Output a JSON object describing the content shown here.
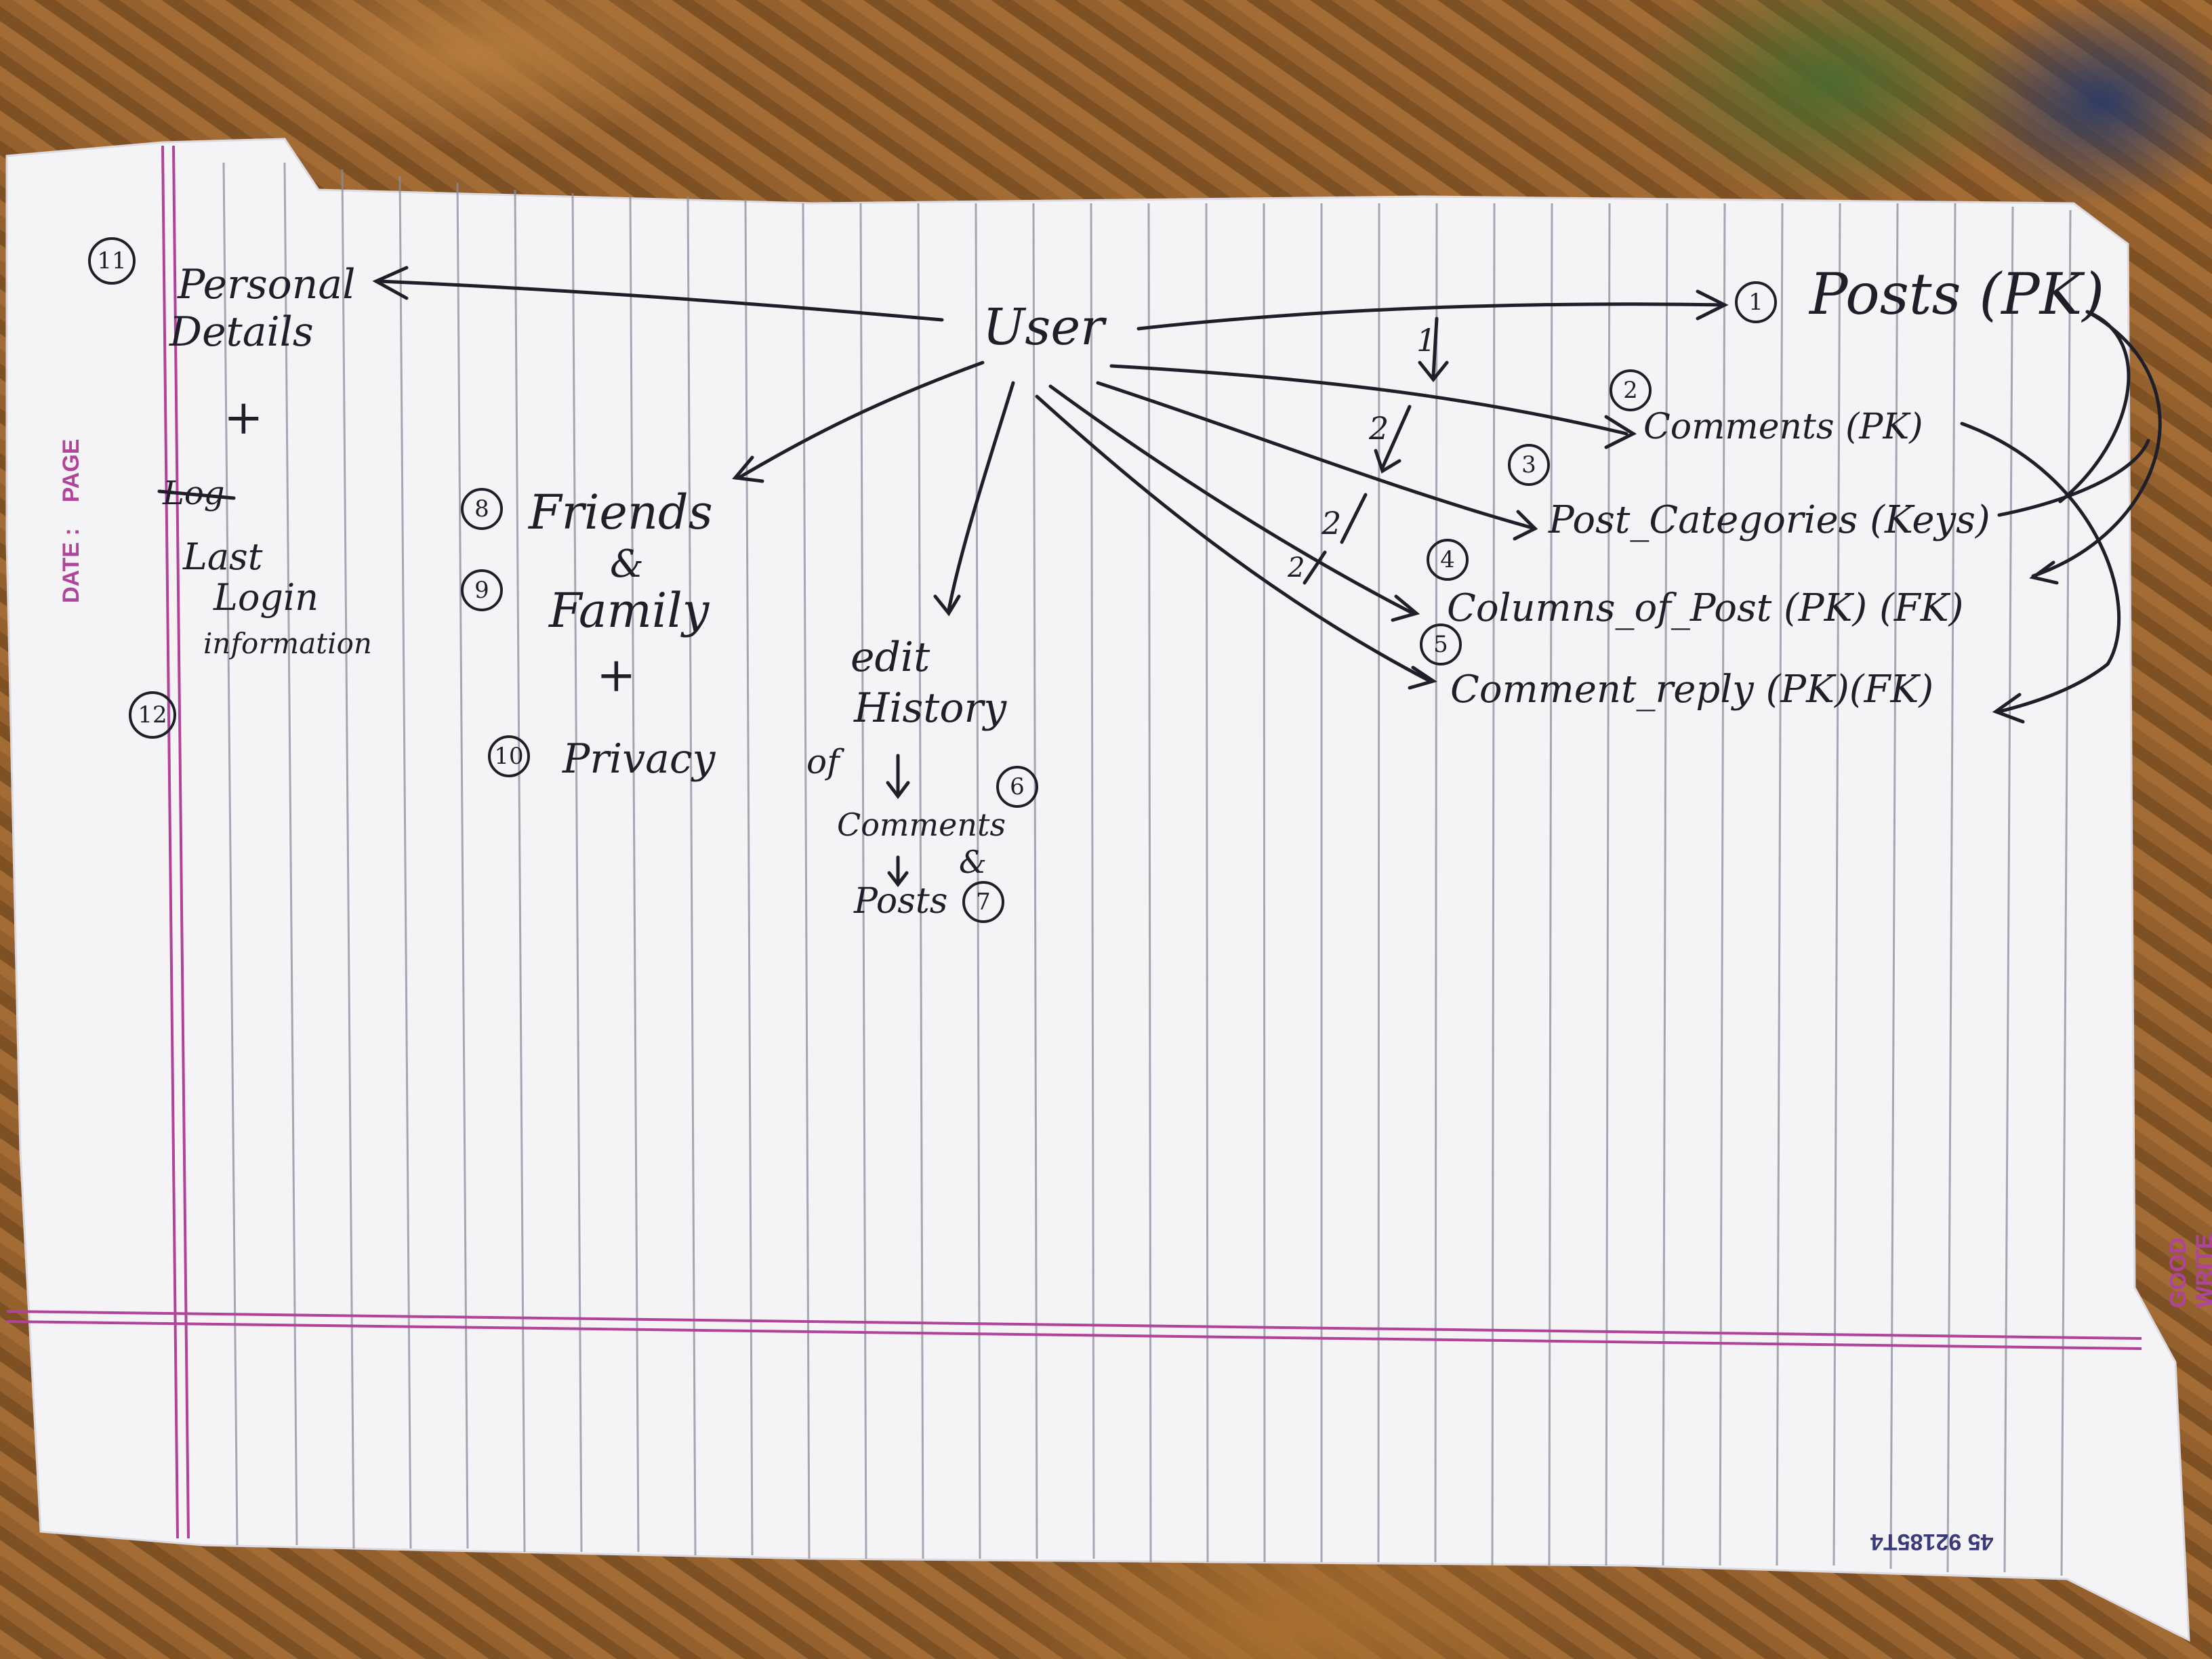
{
  "printed": {
    "date_label": "DATE :",
    "page_label": "PAGE",
    "brand": "GOOD WRITE",
    "code": "45 92185T4"
  },
  "nodes": {
    "user": "User",
    "posts": "Posts (PK)",
    "comments": "Comments (PK)",
    "post_categories": "Post_Categories (Keys)",
    "columns_of_post": "Columns_of_Post (PK) (FK)",
    "comment_reply": "Comment_reply (PK)(FK)",
    "personal_details_1": "Personal",
    "personal_details_2": "Details",
    "plus_1": "+",
    "log_struck": "Log",
    "last_login_1": "Last",
    "last_login_2": "Login",
    "last_login_3": "information",
    "friends": "Friends",
    "amp_1": "&",
    "family": "Family",
    "plus_2": "+",
    "privacy": "Privacy",
    "edit_1": "edit",
    "edit_2": "History",
    "edit_of": "of",
    "edit_comments": "Comments",
    "edit_amp": "&",
    "edit_posts": "Posts"
  },
  "numbers": {
    "n1": "1",
    "n2": "2",
    "n3": "3",
    "n4": "4",
    "n5": "5",
    "n6": "6",
    "n7": "7",
    "n8": "8",
    "n9": "9",
    "n10": "10",
    "n11": "11",
    "n12": "12"
  },
  "marks": {
    "m1": "1",
    "m2": "2",
    "m3": "2",
    "m4": "2"
  },
  "colors": {
    "ink": "#1f1f2a",
    "margin_line": "#b0439a",
    "rule_line": "#7a7a8a",
    "paper": "#f4f3f6"
  }
}
